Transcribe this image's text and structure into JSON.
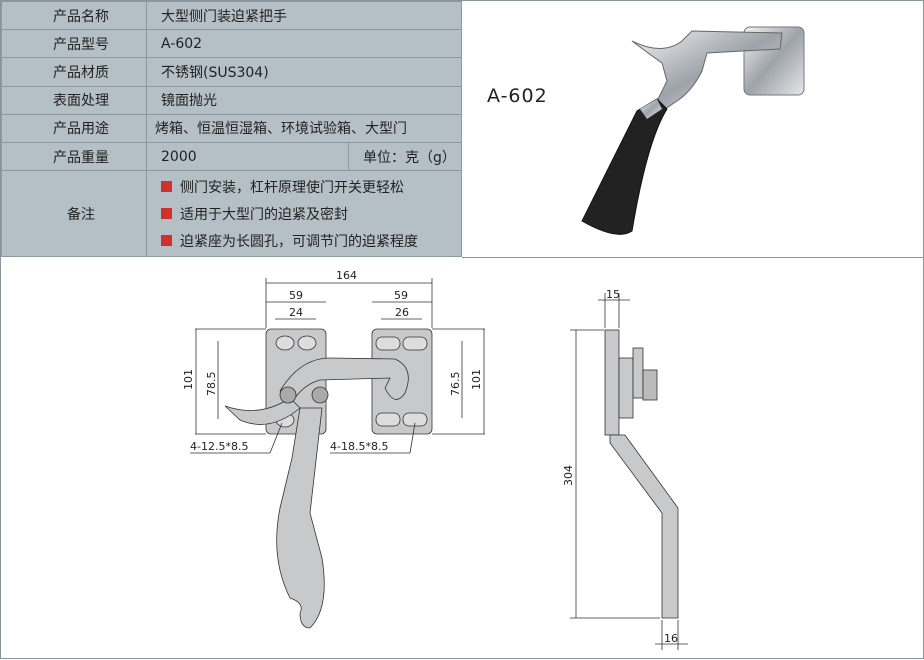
{
  "spec": {
    "rows": [
      {
        "label": "产品名称",
        "value": "大型侧门装迫紧把手"
      },
      {
        "label": "产品型号",
        "value": "A-602"
      },
      {
        "label": "产品材质",
        "value": "不锈钢(SUS304)"
      },
      {
        "label": "表面处理",
        "value": "镜面抛光"
      },
      {
        "label": "产品用途",
        "value": "烤箱、恒温恒湿箱、环境试验箱、大型门"
      }
    ],
    "weight": {
      "label": "产品重量",
      "value": "2000",
      "unit": "单位：克（g）"
    },
    "notes": {
      "label": "备注",
      "items": [
        "侧门安装，杠杆原理使门开关更轻松",
        "适用于大型门的迫紧及密封",
        "迫紧座为长圆孔，可调节门的迫紧程度"
      ]
    }
  },
  "photo": {
    "model": "A-602"
  },
  "drawing": {
    "front": {
      "overall": "164",
      "left_width": "59",
      "right_width": "59",
      "left_pitch": "24",
      "right_pitch": "26",
      "left_height": "101",
      "left_pitch_v": "78.5",
      "right_pitch_v": "76.5",
      "right_height": "101",
      "left_holes": "4-12.5*8.5",
      "right_holes": "4-18.5*8.5"
    },
    "side": {
      "top": "15",
      "height": "304",
      "bottom": "16"
    }
  },
  "colors": {
    "table_bg": "#b5c0c6",
    "bullet": "#d0312a",
    "part": "#c8c9cb"
  }
}
